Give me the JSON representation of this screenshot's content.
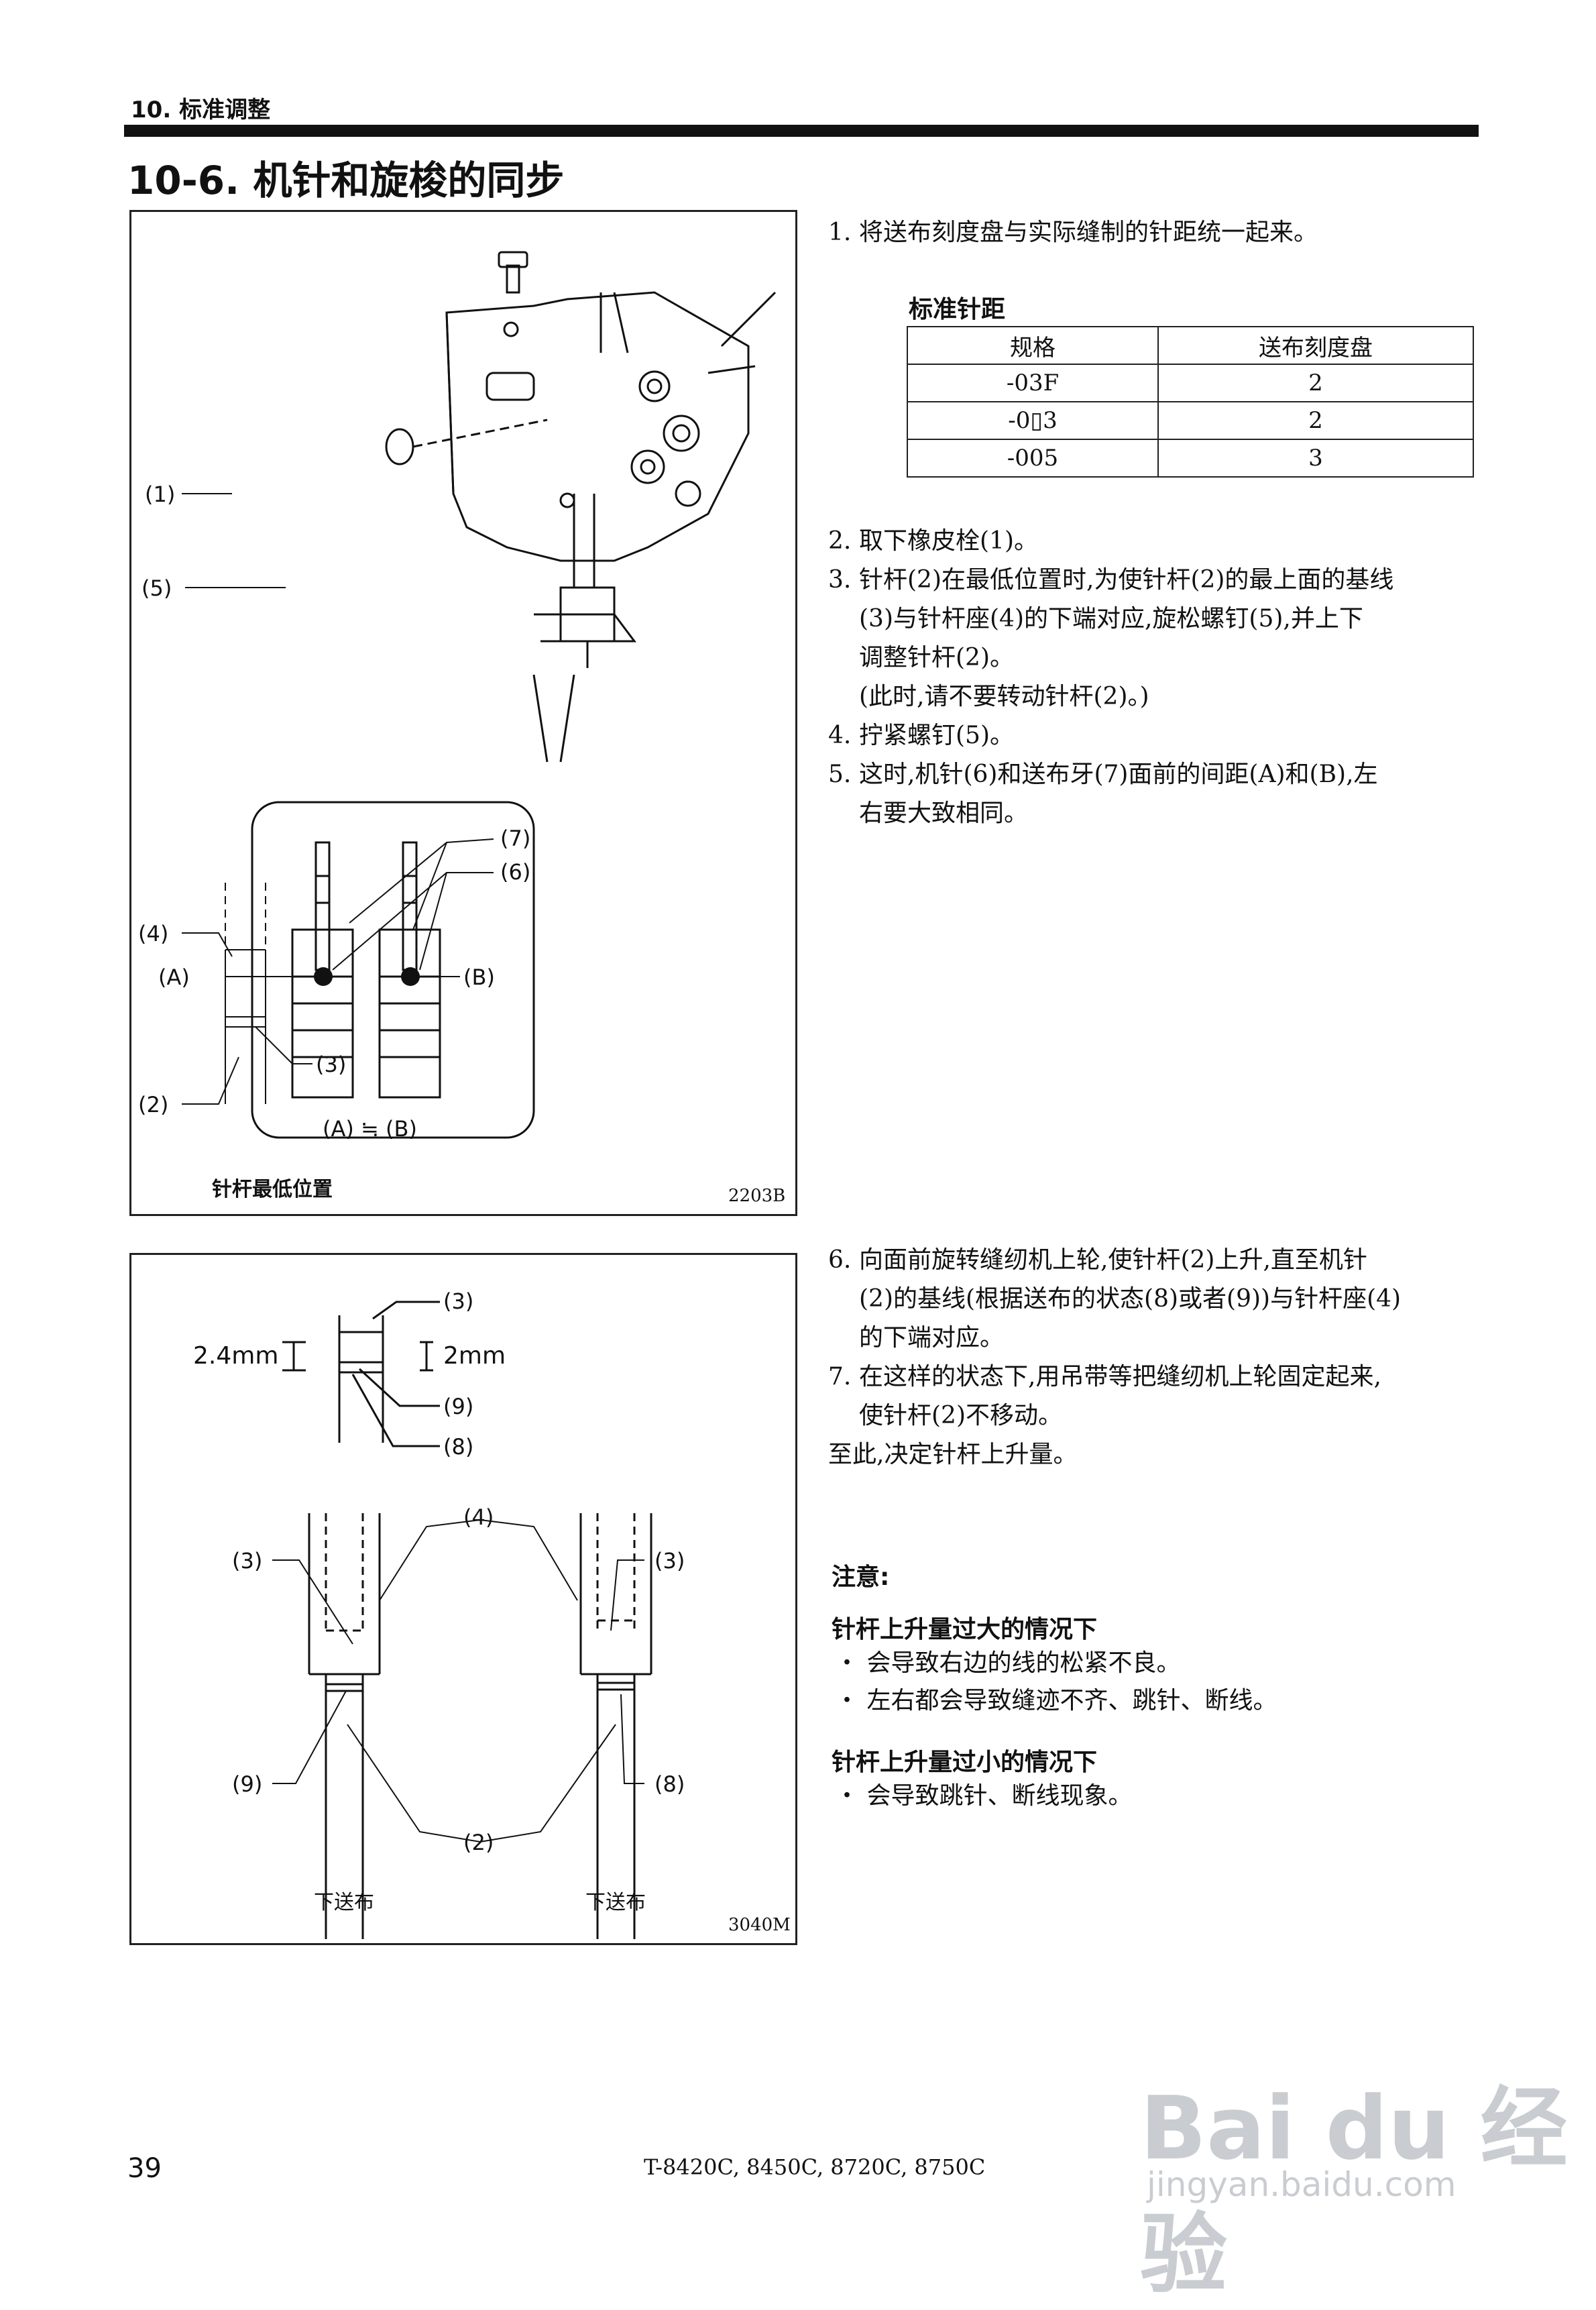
{
  "header": {
    "section_label": "10. 标准调整"
  },
  "title": "10-6. 机针和旋梭的同步",
  "figure1": {
    "code": "2203B",
    "caption": "针杆最低位置",
    "callouts": [
      "(1)",
      "(5)",
      "(7)",
      "(6)",
      "(A)",
      "(B)",
      "(4)",
      "(3)",
      "(2)"
    ],
    "inset_relation": "(A) ≒ (B)"
  },
  "steps_top": {
    "step1": {
      "num": "1.",
      "text": "将送布刻度盘与实际缝制的针距统一起来。"
    },
    "table": {
      "title": "标准针距",
      "headers": [
        "规格",
        "送布刻度盘"
      ],
      "rows": [
        [
          "-03F",
          "2"
        ],
        [
          "-0▯3",
          "2"
        ],
        [
          "-005",
          "3"
        ]
      ]
    },
    "step2": {
      "num": "2.",
      "text": "取下橡皮栓(1)。"
    },
    "step3": {
      "num": "3.",
      "lines": [
        "针杆(2)在最低位置时,为使针杆(2)的最上面的基线",
        "(3)与针杆座(4)的下端对应,旋松螺钉(5),并上下",
        "调整针杆(2)。",
        "(此时,请不要转动针杆(2)。)"
      ]
    },
    "step4": {
      "num": "4.",
      "text": "拧紧螺钉(5)。"
    },
    "step5": {
      "num": "5.",
      "lines": [
        "这时,机针(6)和送布牙(7)面前的间距(A)和(B),左",
        "右要大致相同。"
      ]
    }
  },
  "figure2": {
    "code": "3040M",
    "dim_left": "2.4mm",
    "dim_right": "2mm",
    "callouts": [
      "(3)",
      "(9)",
      "(8)",
      "(4)",
      "(3)",
      "(3)",
      "(9)",
      "(8)",
      "(2)"
    ],
    "caption_left": "下送布",
    "caption_right": "下送布"
  },
  "steps_bottom": {
    "step6": {
      "num": "6.",
      "lines": [
        "向面前旋转缝纫机上轮,使针杆(2)上升,直至机针",
        "(2)的基线(根据送布的状态(8)或者(9))与针杆座(4)",
        "的下端对应。"
      ]
    },
    "step7": {
      "num": "7.",
      "lines": [
        "在这样的状态下,用吊带等把缝纫机上轮固定起来,",
        "使针杆(2)不移动。"
      ]
    },
    "conclusion": "至此,决定针杆上升量。"
  },
  "notes": {
    "title": "注意:",
    "case1": {
      "title": "针杆上升量过大的情况下",
      "items": [
        "会导致右边的线的松紧不良。",
        "左右都会导致缝迹不齐、跳针、断线。"
      ]
    },
    "case2": {
      "title": "针杆上升量过小的情况下",
      "items": [
        "会导致跳针、断线现象。"
      ]
    }
  },
  "footer": {
    "page": "39",
    "models": "T-8420C, 8450C, 8720C, 8750C"
  },
  "watermark": {
    "brand": "Bai du 经验",
    "url": "jingyan.baidu.com"
  }
}
